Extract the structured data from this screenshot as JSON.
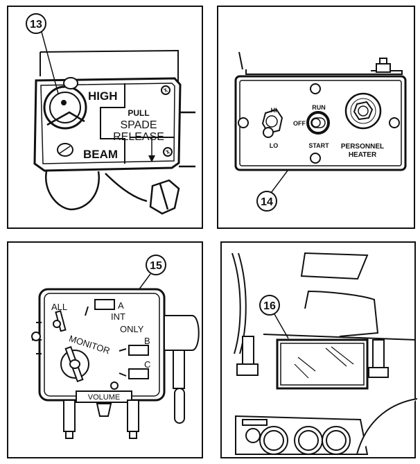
{
  "figure": {
    "panels": [
      {
        "callout": "13",
        "subject": "headlight beam switch",
        "labels": {
          "high": "HIGH",
          "beam": "BEAM",
          "pull": "PULL",
          "spade": "SPADE",
          "release": "RELEASE"
        }
      },
      {
        "callout": "14",
        "subject": "personnel heater control panel",
        "labels": {
          "hi": "HI",
          "lo": "LO",
          "run": "RUN",
          "off": "OFF",
          "start": "START",
          "personnel": "PERSONNEL",
          "heater": "HEATER"
        }
      },
      {
        "callout": "15",
        "subject": "intercom control box",
        "labels": {
          "all": "ALL",
          "monitor": "MONITOR",
          "a": "A",
          "int": "INT",
          "only": "ONLY",
          "b": "B",
          "c": "C",
          "volume": "VOLUME"
        }
      },
      {
        "callout": "16",
        "subject": "instrument panel window",
        "labels": {}
      }
    ],
    "colors": {
      "ink": "#111111",
      "paper": "#ffffff"
    }
  }
}
